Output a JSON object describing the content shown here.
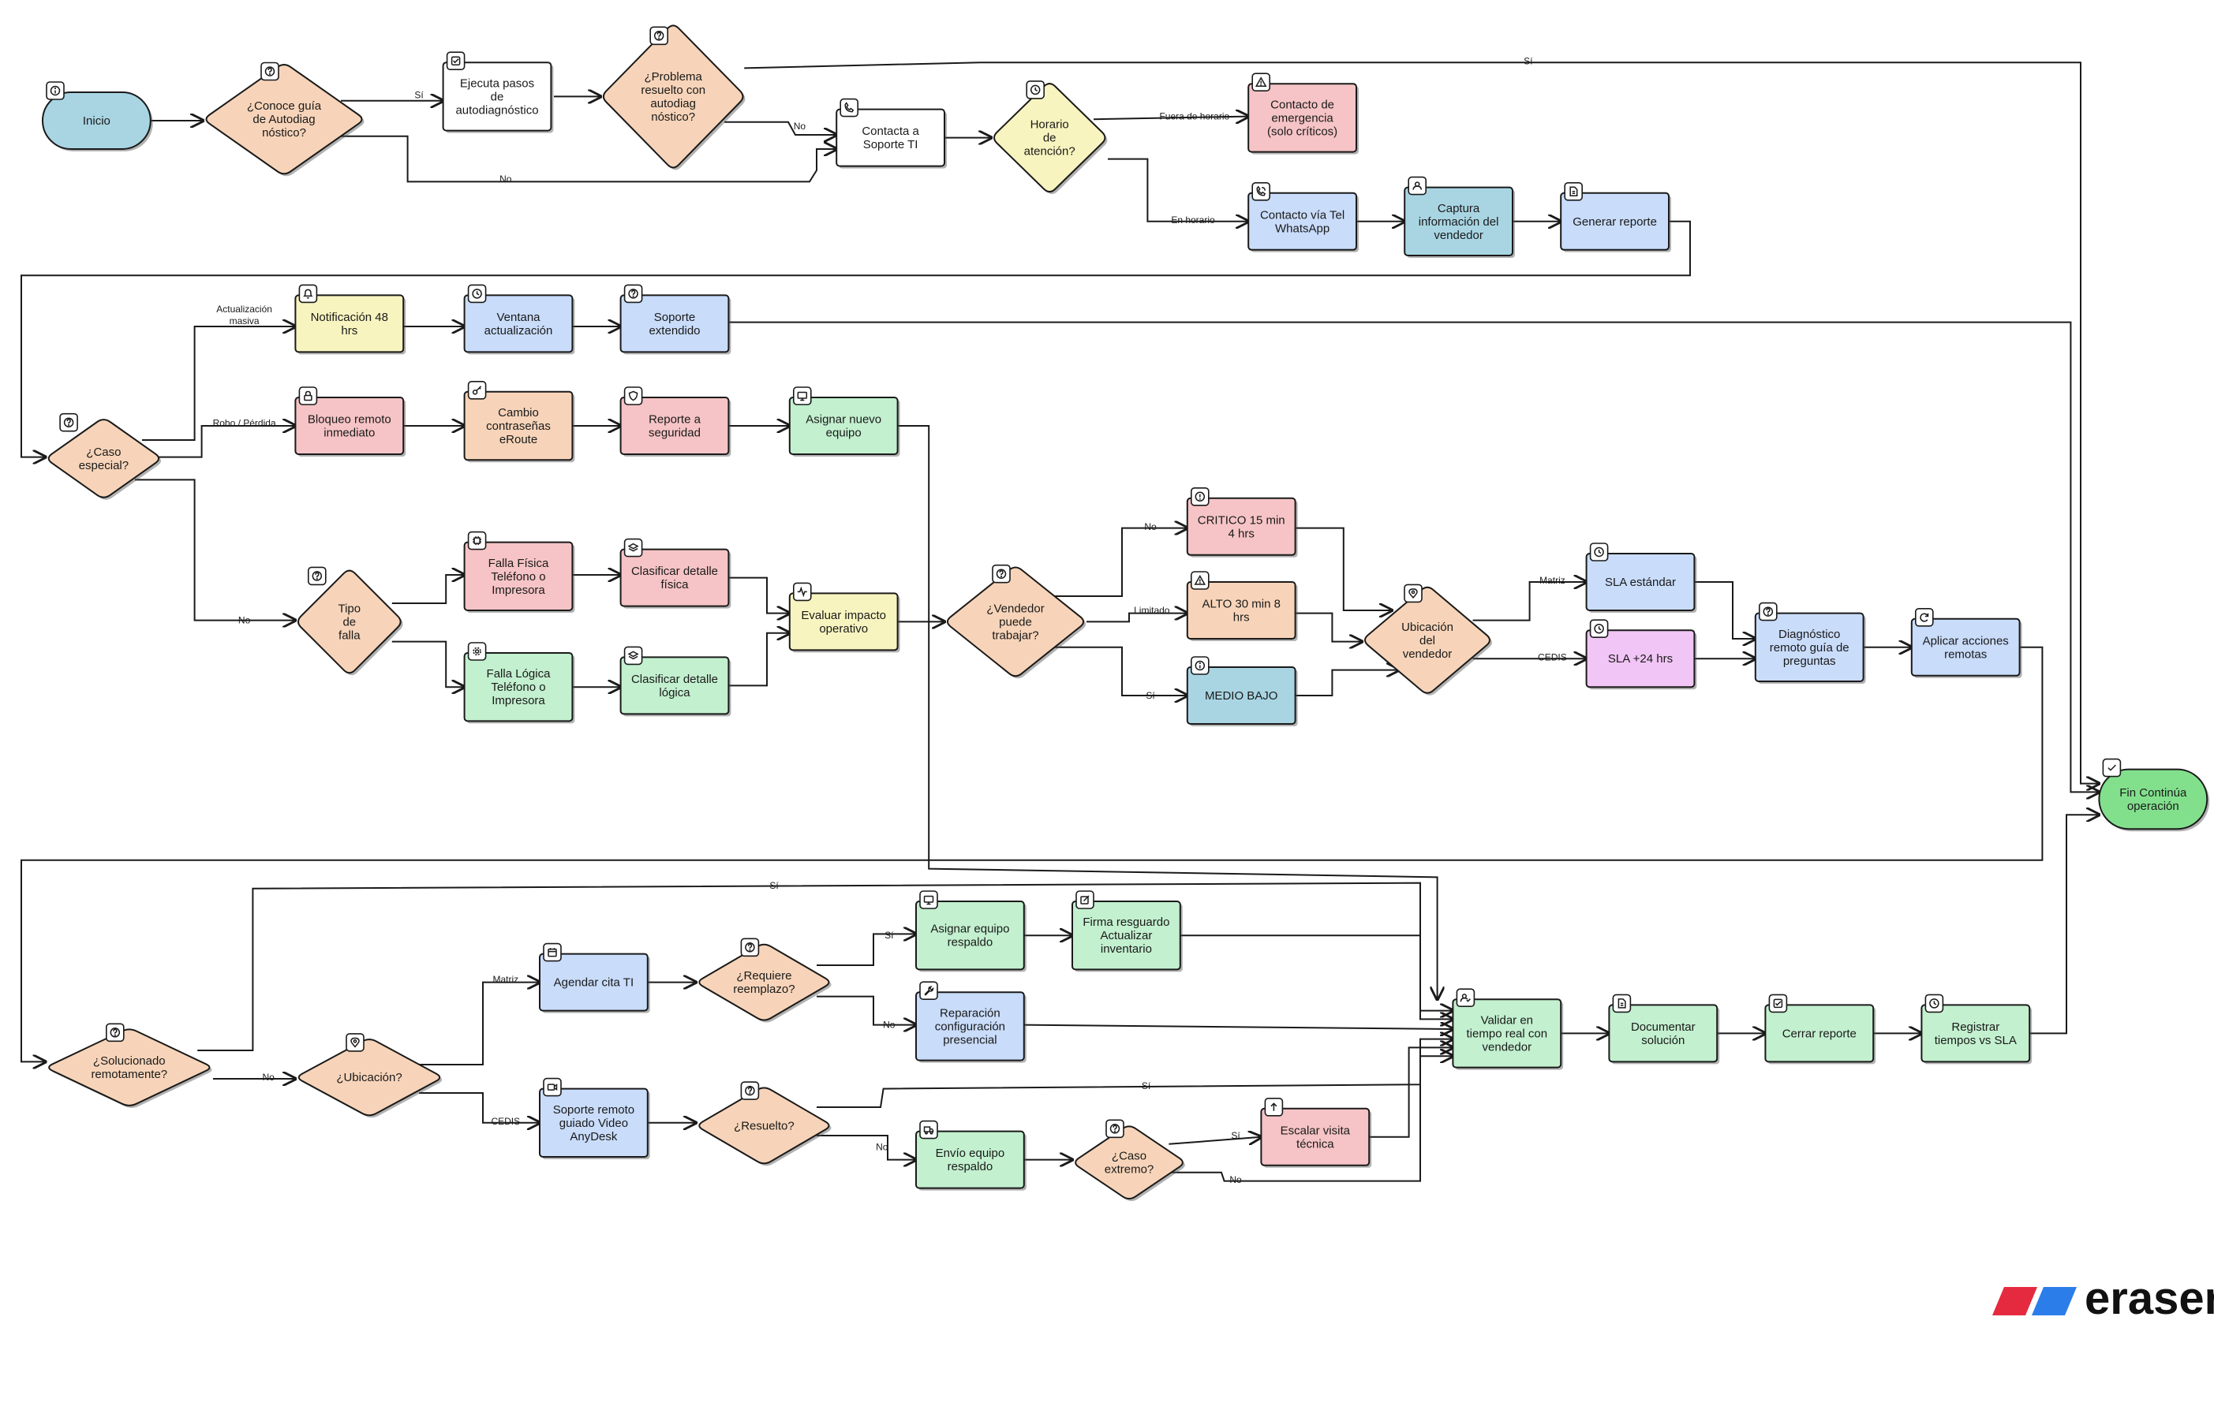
{
  "colors": {
    "blue": "#c9dcfa",
    "green": "#c3f0cf",
    "orange": "#f7d4b9",
    "red": "#f6c4c6",
    "yellow": "#f8f4bf",
    "white": "#ffffff",
    "purple": "#f1c5f5",
    "teal": "#a9d5e3",
    "endgreen": "#82e08d",
    "brand_red": "#e52a3f",
    "brand_blue": "#2b7de9"
  },
  "nodes": [
    {
      "id": "inicio",
      "label": "Inicio",
      "icon": "info-icon",
      "color": "teal"
    },
    {
      "id": "conoce_guia",
      "label": "¿Conoce guía\nde Autodiag\nnóstico?",
      "icon": "help-icon",
      "color": "orange"
    },
    {
      "id": "ejecuta_pasos",
      "label": "Ejecuta pasos\nde\nautodiagnóstico",
      "icon": "checklist-icon",
      "color": "white"
    },
    {
      "id": "problema_resuelto",
      "label": "¿Problema\nresuelto con\nautodiag\nnóstico?",
      "icon": "help-icon",
      "color": "orange"
    },
    {
      "id": "contacta_soporte",
      "label": "Contacta a\nSoporte TI",
      "icon": "phone-icon",
      "color": "white"
    },
    {
      "id": "horario_atencion",
      "label": "Horario\nde\natención?",
      "icon": "clock-icon",
      "color": "yellow"
    },
    {
      "id": "contacto_emergencia",
      "label": "Contacto de\nemergencia\n(solo críticos)",
      "icon": "warning-icon",
      "color": "red"
    },
    {
      "id": "contacto_tel",
      "label": "Contacto vía Tel\nWhatsApp",
      "icon": "phone-call-icon",
      "color": "blue"
    },
    {
      "id": "captura_info",
      "label": "Captura\ninformación del\nvendedor",
      "icon": "user-icon",
      "color": "teal"
    },
    {
      "id": "generar_reporte",
      "label": "Generar reporte",
      "icon": "document-icon",
      "color": "blue"
    },
    {
      "id": "caso_especial",
      "label": "¿Caso\nespecial?",
      "icon": "help-icon",
      "color": "orange"
    },
    {
      "id": "notificacion",
      "label": "Notificación 48\nhrs",
      "icon": "bell-icon",
      "color": "yellow"
    },
    {
      "id": "ventana",
      "label": "Ventana\nactualización",
      "icon": "clock-icon",
      "color": "blue"
    },
    {
      "id": "soporte_extendido",
      "label": "Soporte\nextendido",
      "icon": "help-icon",
      "color": "blue"
    },
    {
      "id": "bloqueo",
      "label": "Bloqueo remoto\ninmediato",
      "icon": "lock-icon",
      "color": "red"
    },
    {
      "id": "cambio_contrasenas",
      "label": "Cambio\ncontraseñas\neRoute",
      "icon": "key-icon",
      "color": "orange"
    },
    {
      "id": "reporte_seguridad",
      "label": "Reporte a\nseguridad",
      "icon": "shield-icon",
      "color": "red"
    },
    {
      "id": "asignar_nuevo",
      "label": "Asignar nuevo\nequipo",
      "icon": "monitor-icon",
      "color": "green"
    },
    {
      "id": "tipo_falla",
      "label": "Tipo\nde\nfalla",
      "icon": "help-icon",
      "color": "orange"
    },
    {
      "id": "falla_fisica",
      "label": "Falla Física\nTeléfono o\nImpresora",
      "icon": "chip-icon",
      "color": "red"
    },
    {
      "id": "falla_logica",
      "label": "Falla Lógica\nTeléfono o\nImpresora",
      "icon": "gear-icon",
      "color": "green"
    },
    {
      "id": "clasificar_fisica",
      "label": "Clasificar detalle\nfísica",
      "icon": "layers-icon",
      "color": "red"
    },
    {
      "id": "clasificar_logica",
      "label": "Clasificar detalle\nlógica",
      "icon": "layers-icon",
      "color": "green"
    },
    {
      "id": "evaluar_impacto",
      "label": "Evaluar impacto\noperativo",
      "icon": "activity-icon",
      "color": "yellow"
    },
    {
      "id": "vendedor_trabajar",
      "label": "¿Vendedor\npuede\ntrabajar?",
      "icon": "help-icon",
      "color": "orange"
    },
    {
      "id": "critico",
      "label": "CRITICO 15 min\n4 hrs",
      "icon": "alert-circle-icon",
      "color": "red"
    },
    {
      "id": "alto",
      "label": "ALTO 30 min 8\nhrs",
      "icon": "warning-icon",
      "color": "orange"
    },
    {
      "id": "medio_bajo",
      "label": "MEDIO BAJO",
      "icon": "info-circle-icon",
      "color": "teal"
    },
    {
      "id": "ubicacion_vendedor",
      "label": "Ubicación\ndel\nvendedor",
      "icon": "pin-icon",
      "color": "orange"
    },
    {
      "id": "sla_estandar",
      "label": "SLA estándar",
      "icon": "clock-icon",
      "color": "blue"
    },
    {
      "id": "sla_24",
      "label": "SLA +24 hrs",
      "icon": "clock-icon",
      "color": "purple"
    },
    {
      "id": "diagnostico_remoto",
      "label": "Diagnóstico\nremoto guía de\npreguntas",
      "icon": "help-icon",
      "color": "blue"
    },
    {
      "id": "aplicar_acciones",
      "label": "Aplicar acciones\nremotas",
      "icon": "refresh-icon",
      "color": "blue"
    },
    {
      "id": "fin",
      "label": "Fin Continúa\noperación",
      "icon": "check-icon",
      "color": "endgreen"
    },
    {
      "id": "solucionado",
      "label": "¿Solucionado\nremotamente?",
      "icon": "help-icon",
      "color": "orange"
    },
    {
      "id": "ubicacion",
      "label": "¿Ubicación?",
      "icon": "pin-icon",
      "color": "orange"
    },
    {
      "id": "agendar_cita",
      "label": "Agendar cita TI",
      "icon": "calendar-icon",
      "color": "blue"
    },
    {
      "id": "requiere_reemplazo",
      "label": "¿Requiere\nreemplazo?",
      "icon": "help-icon",
      "color": "orange"
    },
    {
      "id": "asignar_respaldo",
      "label": "Asignar equipo\nrespaldo",
      "icon": "monitor-icon",
      "color": "green"
    },
    {
      "id": "firma_resguardo",
      "label": "Firma resguardo\nActualizar\ninventario",
      "icon": "edit-icon",
      "color": "green"
    },
    {
      "id": "reparacion",
      "label": "Reparación\nconfiguración\npresencial",
      "icon": "wrench-icon",
      "color": "blue"
    },
    {
      "id": "soporte_remoto",
      "label": "Soporte remoto\nguiado Video\nAnyDesk",
      "icon": "video-icon",
      "color": "blue"
    },
    {
      "id": "resuelto",
      "label": "¿Resuelto?",
      "icon": "help-icon",
      "color": "orange"
    },
    {
      "id": "envio_equipo",
      "label": "Envío equipo\nrespaldo",
      "icon": "truck-icon",
      "color": "green"
    },
    {
      "id": "caso_extremo",
      "label": "¿Caso\nextremo?",
      "icon": "help-icon",
      "color": "orange"
    },
    {
      "id": "escalar_visita",
      "label": "Escalar visita\ntécnica",
      "icon": "arrow-up-icon",
      "color": "red"
    },
    {
      "id": "validar",
      "label": "Validar en\ntiempo real con\nvendedor",
      "icon": "user-check-icon",
      "color": "green"
    },
    {
      "id": "documentar",
      "label": "Documentar\nsolución",
      "icon": "document-icon",
      "color": "green"
    },
    {
      "id": "cerrar_reporte",
      "label": "Cerrar reporte",
      "icon": "checklist-icon",
      "color": "green"
    },
    {
      "id": "registrar",
      "label": "Registrar\ntiempos vs SLA",
      "icon": "clock-icon",
      "color": "green"
    }
  ],
  "edge_labels": [
    {
      "id": "conoce_si",
      "text": "Sí"
    },
    {
      "id": "conoce_no",
      "text": "No"
    },
    {
      "id": "problema_si",
      "text": "Sí"
    },
    {
      "id": "problema_no",
      "text": "No"
    },
    {
      "id": "fuera_horario",
      "text": "Fuera de horario"
    },
    {
      "id": "en_horario",
      "text": "En horario"
    },
    {
      "id": "actualizacion_masiva",
      "text": "Actualización\nmasiva"
    },
    {
      "id": "robo_perdida",
      "text": "Robo / Pérdida"
    },
    {
      "id": "caso_no",
      "text": "No"
    },
    {
      "id": "vendedor_no",
      "text": "No"
    },
    {
      "id": "vendedor_limitado",
      "text": "Limitado"
    },
    {
      "id": "vendedor_si",
      "text": "Sí"
    },
    {
      "id": "ubic_matriz",
      "text": "Matriz"
    },
    {
      "id": "ubic_cedis",
      "text": "CEDIS"
    },
    {
      "id": "solucionado_si",
      "text": "Sí"
    },
    {
      "id": "solucionado_no",
      "text": "No"
    },
    {
      "id": "ubicacion_matriz",
      "text": "Matriz"
    },
    {
      "id": "ubicacion_cedis",
      "text": "CEDIS"
    },
    {
      "id": "reemplazo_si",
      "text": "Sí"
    },
    {
      "id": "reemplazo_no",
      "text": "No"
    },
    {
      "id": "resuelto_si",
      "text": "Sí"
    },
    {
      "id": "resuelto_no",
      "text": "No"
    },
    {
      "id": "extremo_si",
      "text": "Sí"
    },
    {
      "id": "extremo_no",
      "text": "No"
    }
  ],
  "brand": {
    "text": "eraser"
  }
}
